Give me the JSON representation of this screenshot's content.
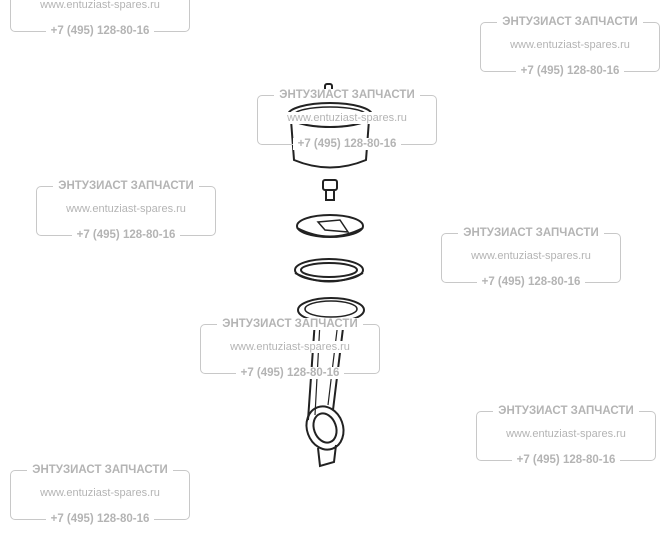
{
  "diagram": {
    "parts": [
      "piston-pin-bolt",
      "cylinder-liner",
      "bolt",
      "valve-plate",
      "piston-ring",
      "connecting-rod"
    ]
  },
  "watermark": {
    "title": "ЭНТУЗИАСТ ЗАПЧАСТИ",
    "url": "www.entuziast-spares.ru",
    "phone": "+7 (495) 128-80-16"
  }
}
